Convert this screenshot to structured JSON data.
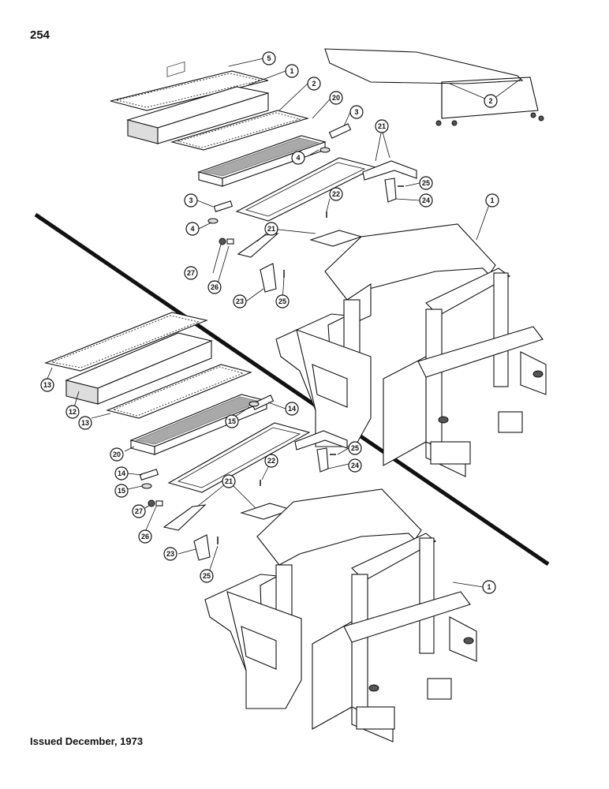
{
  "page": {
    "number": "254",
    "footer": "Issued December, 1973"
  },
  "diagram": {
    "callouts_top": [
      "5",
      "1",
      "2",
      "20",
      "3",
      "2",
      "4",
      "21",
      "25",
      "24",
      "3",
      "4",
      "22",
      "1",
      "27",
      "26",
      "21",
      "23",
      "25"
    ],
    "callouts_bottom": [
      "13",
      "12",
      "13",
      "20",
      "15",
      "14",
      "25",
      "24",
      "14",
      "15",
      "22",
      "21",
      "27",
      "26",
      "23",
      "25",
      "1"
    ]
  }
}
